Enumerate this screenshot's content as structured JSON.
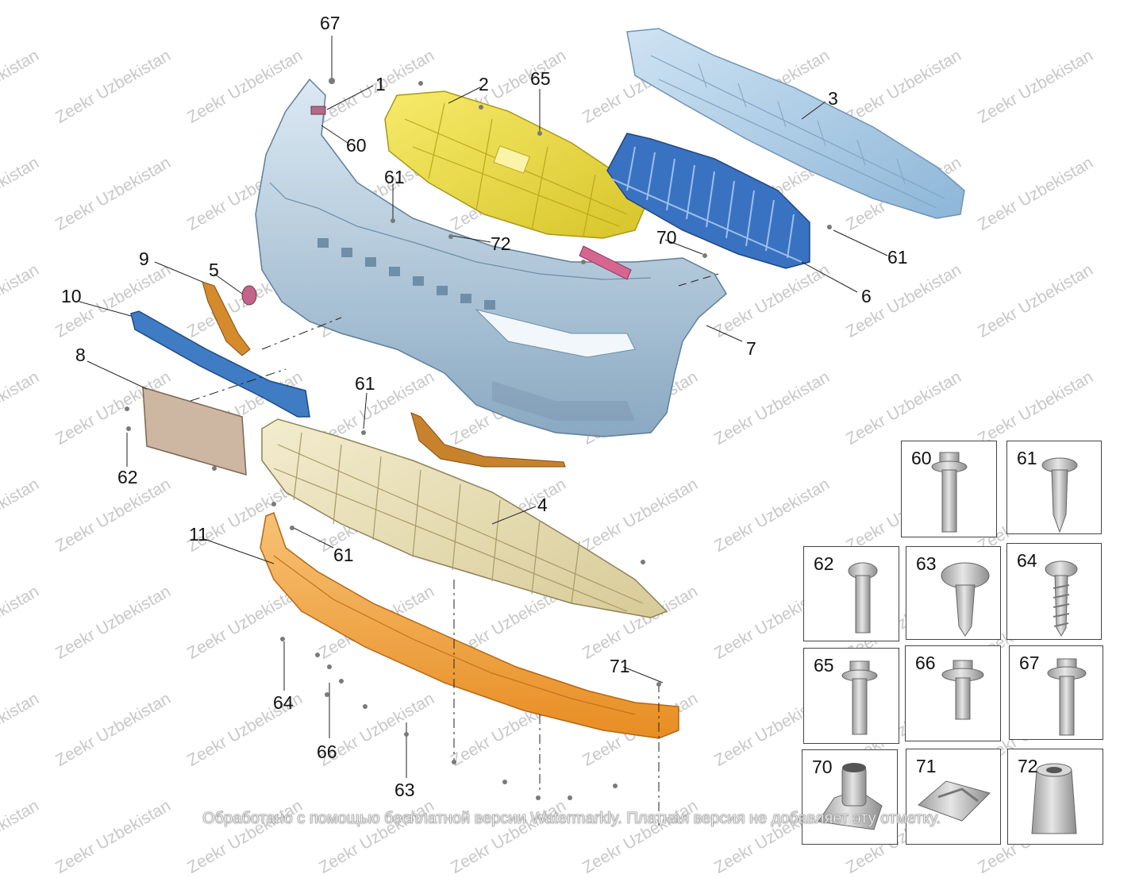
{
  "diagram": {
    "watermark": "Zeekr Uzbekistan",
    "notice": "Обработано с помощью бесплатной версии Watermarkly. Платная версия не добавляет эту отметку.",
    "callouts": {
      "p1": "1",
      "p2": "2",
      "p3": "3",
      "p4": "4",
      "p5": "5",
      "p6": "6",
      "p7": "7",
      "p8": "8",
      "p9": "9",
      "p10": "10",
      "p11": "11",
      "p60": "60",
      "p61a": "61",
      "p61b": "61",
      "p61c": "61",
      "p61d": "61",
      "p62": "62",
      "p63": "63",
      "p64": "64",
      "p65": "65",
      "p66": "66",
      "p67": "67",
      "p70": "70",
      "p71": "71",
      "p72": "72"
    },
    "fastener_table": [
      "60",
      "61",
      "62",
      "63",
      "64",
      "65",
      "66",
      "67",
      "70",
      "71",
      "72"
    ],
    "colors": {
      "bumper": "#a9c4d8",
      "under_shield": "#ecdc3c",
      "absorber": "#a8cbe6",
      "grille": "#2f68b8",
      "skid_plate": "#e6dcae",
      "lip_spoiler": "#f0a23c",
      "trim_strip": "#3f7cc4",
      "side_trim": "#c9822c",
      "license_bracket": "#cdb7a3",
      "fastener": "#c9c9c9"
    }
  }
}
